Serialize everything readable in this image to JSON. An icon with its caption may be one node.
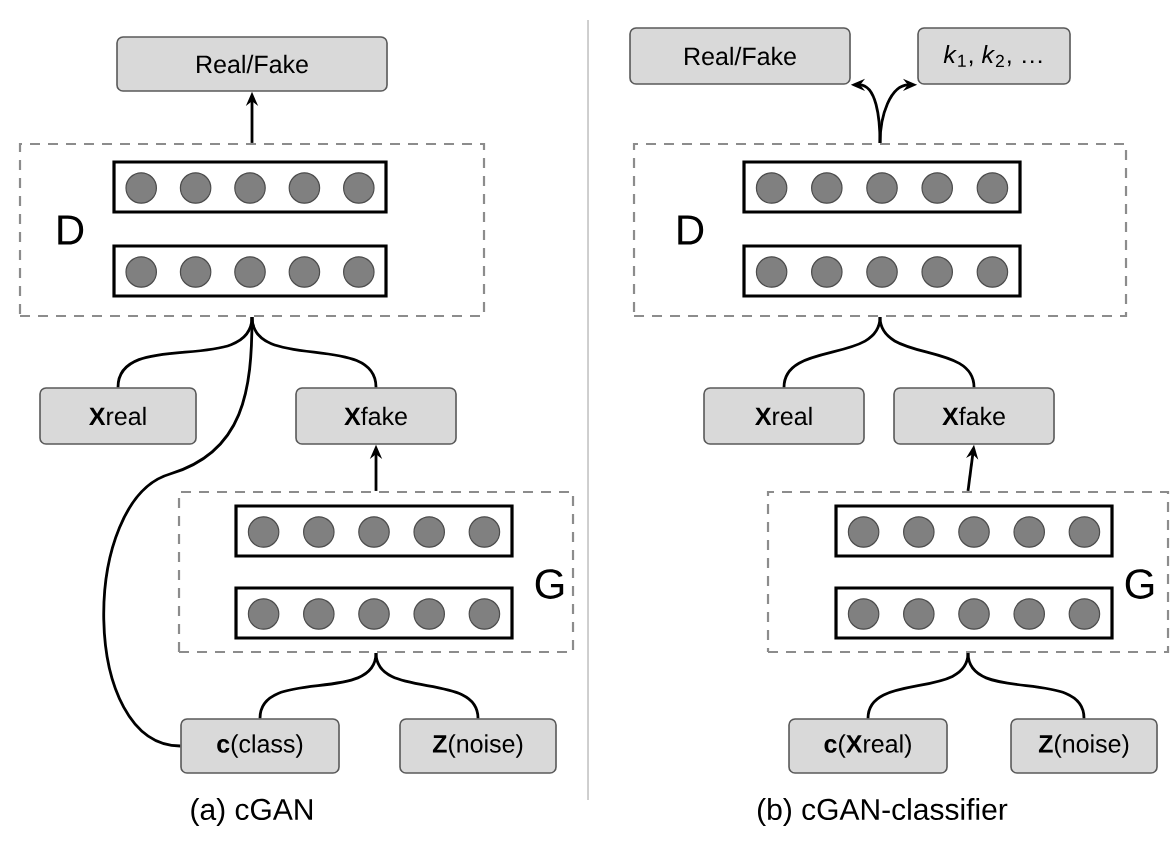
{
  "diagram": {
    "nodes": [
      {
        "text": [
          "Real/Fake"
        ]
      },
      {
        "text": [
          "D"
        ]
      },
      {
        "text": [
          "**X**real"
        ]
      },
      {
        "text": [
          "**X**fake"
        ]
      },
      {
        "text": [
          "G"
        ]
      },
      {
        "text": [
          "**c**(class)"
        ]
      },
      {
        "text": [
          "**Z**(noise)"
        ]
      },
      {
        "text": [
          "Real/Fake"
        ]
      },
      {
        "text": [
          "*k*$_{1}$, *k*$_{2}$, …"
        ]
      },
      {
        "text": [
          "D"
        ]
      },
      {
        "text": [
          "**X**real"
        ]
      },
      {
        "text": [
          "**X**fake"
        ]
      },
      {
        "text": [
          "G"
        ]
      },
      {
        "text": [
          "**c**(**X**real)"
        ]
      },
      {
        "text": [
          "**Z**(noise)"
        ]
      }
    ],
    "edges": [
      {
        "from": 1,
        "to": 0,
        "arrow": "to"
      },
      {
        "from": 2,
        "to": 1,
        "arrow": "none"
      },
      {
        "from": 3,
        "to": 1,
        "arrow": "none"
      },
      {
        "from": 5,
        "to": 1,
        "arrow": "none"
      },
      {
        "from": 4,
        "to": 3,
        "arrow": "to"
      },
      {
        "from": 5,
        "to": 4,
        "arrow": "none"
      },
      {
        "from": 6,
        "to": 4,
        "arrow": "none"
      },
      {
        "from": 9,
        "to": 7,
        "arrow": "to"
      },
      {
        "from": 9,
        "to": 8,
        "arrow": "to"
      },
      {
        "from": 10,
        "to": 9,
        "arrow": "none"
      },
      {
        "from": 11,
        "to": 9,
        "arrow": "none"
      },
      {
        "from": 12,
        "to": 11,
        "arrow": "to"
      },
      {
        "from": 13,
        "to": 12,
        "arrow": "none"
      },
      {
        "from": 14,
        "to": 12,
        "arrow": "none"
      }
    ],
    "labels": [
      "(a) cGAN",
      "(b) cGAN-classifier"
    ]
  }
}
